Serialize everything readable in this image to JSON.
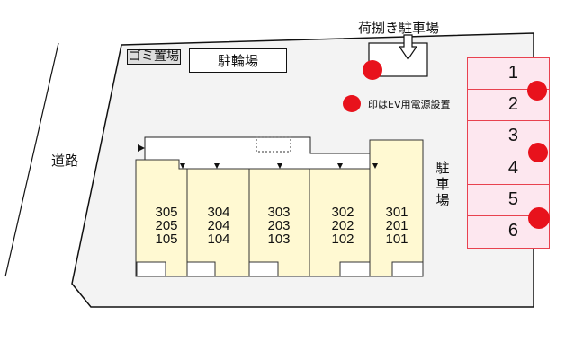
{
  "labels": {
    "road": "道路",
    "garbage": "ゴミ置場",
    "bicycle_parking": "駐輪場",
    "loading_parking": "荷捌き駐車場",
    "parking_vertical": [
      "駐",
      "車",
      "場"
    ],
    "ev_legend": "印はEV用電源設置"
  },
  "units": [
    {
      "column": "305-105",
      "rooms": [
        "305",
        "205",
        "105"
      ]
    },
    {
      "column": "304-104",
      "rooms": [
        "304",
        "204",
        "104"
      ]
    },
    {
      "column": "303-103",
      "rooms": [
        "303",
        "203",
        "103"
      ]
    },
    {
      "column": "302-102",
      "rooms": [
        "302",
        "202",
        "102"
      ]
    },
    {
      "column": "301-101",
      "rooms": [
        "301",
        "201",
        "101"
      ]
    }
  ],
  "parking_spaces": [
    "1",
    "2",
    "3",
    "4",
    "5",
    "6"
  ],
  "ev_markers": [
    "loading-parking",
    "between-1-2",
    "between-3-4",
    "between-5-6"
  ],
  "colors": {
    "lot_fill": "#f3f3f3",
    "unit_fill": "#fff9d2",
    "parking_fill": "#fde7ef",
    "parking_border": "#e8424f",
    "ev_dot": "#e8121c"
  }
}
